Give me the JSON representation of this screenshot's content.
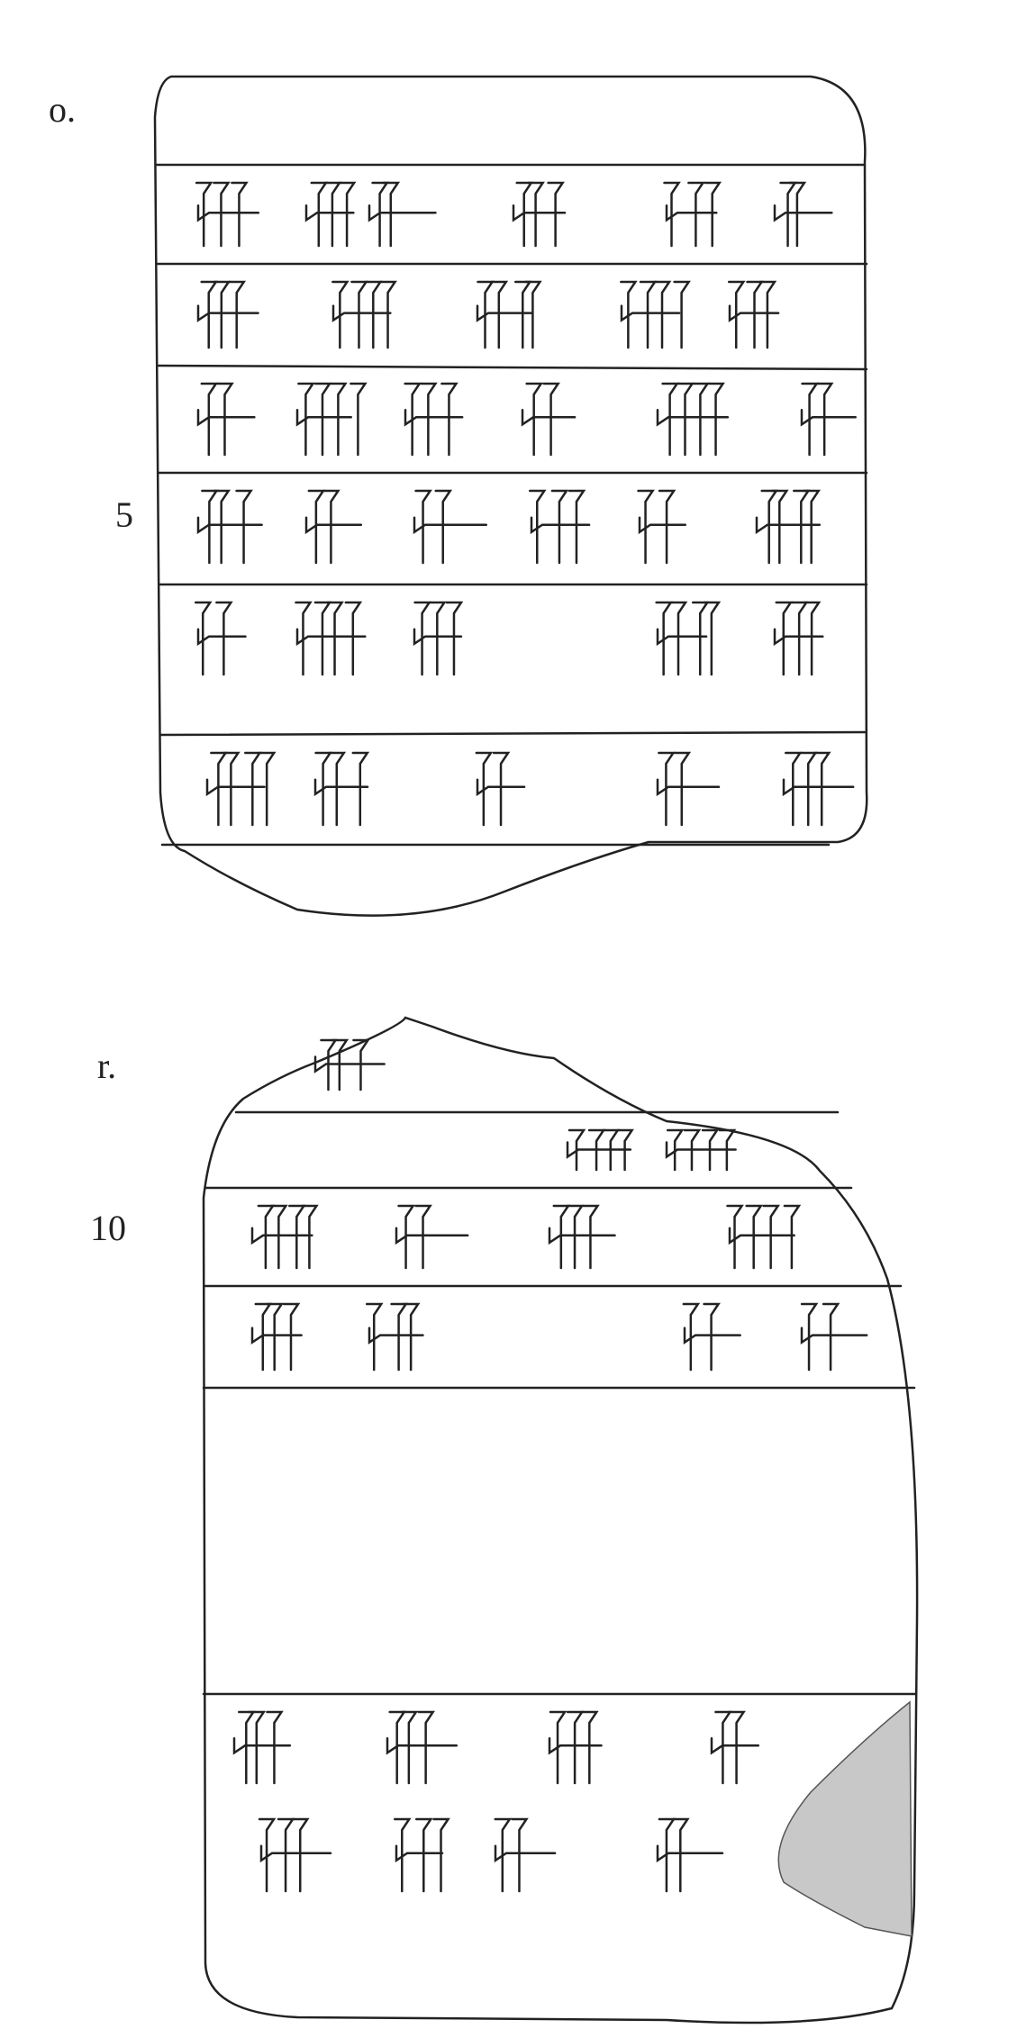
{
  "obverse": {
    "side_label": "o.",
    "line_number": "5"
  },
  "reverse": {
    "side_label": "r.",
    "line_number": "10"
  },
  "colors": {
    "ink": "#222222",
    "shading": "#bbbbbb",
    "paper": "#ffffff"
  }
}
